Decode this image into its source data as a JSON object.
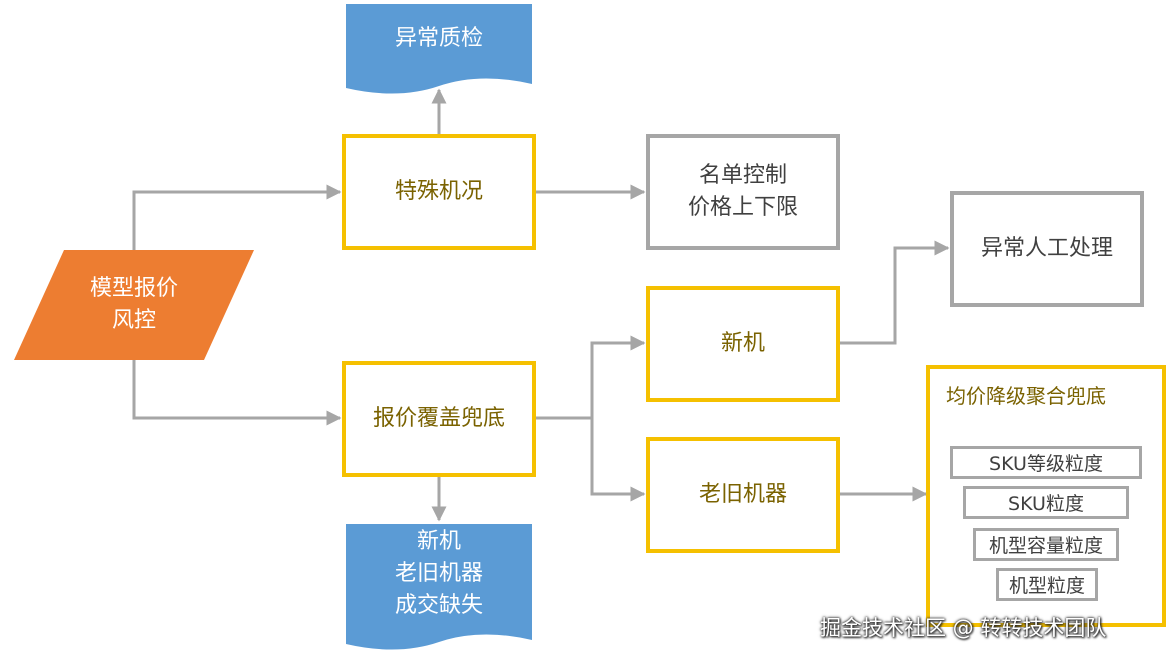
{
  "nodes": {
    "risk_control": "模型报价\n风控",
    "anomaly_qc": "异常质检",
    "special_condition": "特殊机况",
    "list_control": "名单控制\n价格上下限",
    "quote_fallback": "报价覆盖兜底",
    "new_device": "新机",
    "old_device": "老旧机器",
    "manual_handling": "异常人工处理",
    "missing_deals": "新机\n老旧机器\n成交缺失",
    "aggregation_title": "均价降级聚合兜底",
    "granularity_levels": [
      "SKU等级粒度",
      "SKU粒度",
      "机型容量粒度",
      "机型粒度"
    ]
  },
  "watermark": "掘金技术社区 @ 转转技术团队",
  "colors": {
    "orange": "#ed7d31",
    "blue": "#5b9bd5",
    "yellow_border": "#f5c000",
    "gray_border": "#a6a6a6",
    "arrow": "#a6a6a6"
  }
}
